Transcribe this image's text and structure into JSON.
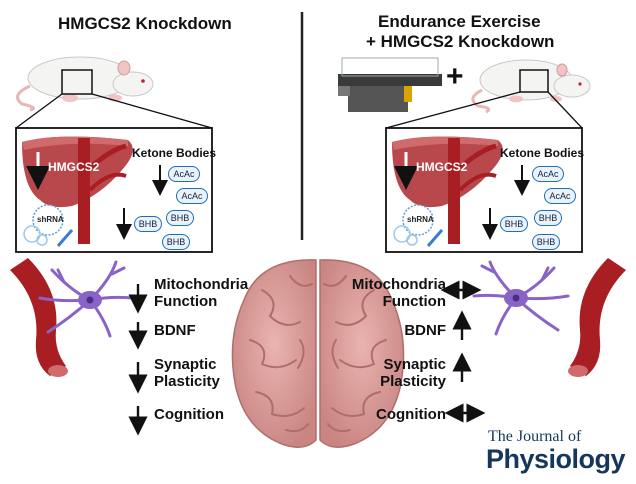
{
  "left_panel": {
    "title": "HMGCS2 Knockdown",
    "hmgcs2": "HMGCS2",
    "ketone_title": "Ketone Bodies",
    "shrna": "shRNA",
    "pills": [
      "AcAc",
      "AcAc",
      "BHB",
      "BHB",
      "BHB"
    ]
  },
  "right_panel": {
    "title_line1": "Endurance Exercise",
    "title_line2": "+ HMGCS2 Knockdown",
    "plus": "+",
    "hmgcs2": "HMGCS2",
    "ketone_title": "Ketone Bodies",
    "shrna": "shRNA",
    "pills": [
      "AcAc",
      "AcAc",
      "BHB",
      "BHB",
      "BHB"
    ]
  },
  "outcomes": {
    "mito_line1": "Mitochondria",
    "mito_line2": "Function",
    "bdnf": "BDNF",
    "syn_line1": "Synaptic",
    "syn_line2": "Plasticity",
    "cognition": "Cognition"
  },
  "journal": {
    "line1": "The Journal of",
    "line2": "Physiology"
  },
  "colors": {
    "liver": "#b8484c",
    "vessel": "#a81e22",
    "neuron": "#8a63c8",
    "brain": "#d99a98",
    "pill_border": "#1d6fb8",
    "journal": "#17365d"
  }
}
